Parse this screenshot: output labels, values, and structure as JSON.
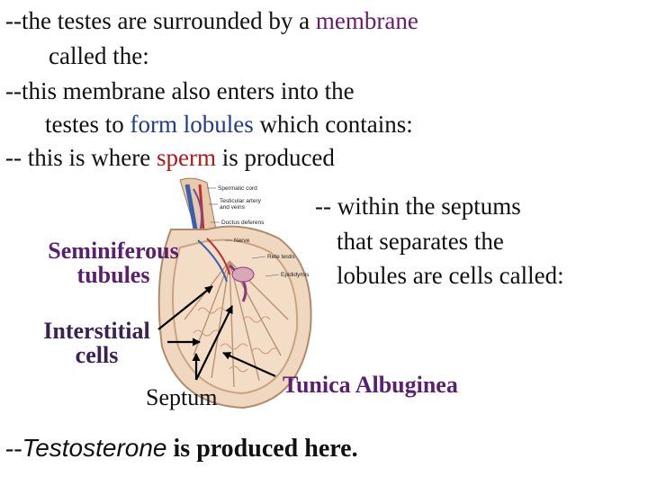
{
  "intro": {
    "line1_a": "--the testes are surrounded by a ",
    "line1_b": "membrane",
    "line2": "called the:",
    "line3": "--this membrane also enters into the",
    "line4_a": "testes to ",
    "line4_b": "form lobules",
    "line4_c": " which contains:",
    "line5_a": "-- this is where ",
    "line5_b": "sperm",
    "line5_c": " is produced"
  },
  "septum_note": {
    "line1": "-- within the septums",
    "line2": "that separates the",
    "line3": "lobules are cells called:"
  },
  "labels": {
    "seminiferous_1": "Seminiferous",
    "seminiferous_2": "tubules",
    "interstitial_1": "Interstitial",
    "interstitial_2": "cells",
    "septum": "Septum",
    "tunica": "Tunica Albuginea"
  },
  "figure_labels": {
    "spermatic_cord": "Spermatic cord",
    "testicular_artery": "Testicular artery",
    "and_veins": "and veins",
    "ductus_deferens": "Ductus deferens",
    "nerve": "Nerve",
    "rete_testis": "Rete testis",
    "epididymis": "Epididymis"
  },
  "footer": {
    "prefix": "--",
    "term": "Testosterone",
    "rest": " is produced here."
  },
  "colors": {
    "membrane": "#6b1a6b",
    "blue_text": "#1f3a93",
    "red_text": "#b01818",
    "label_purple": "#5a1f6e",
    "testis_tan": "#e8c9a6"
  }
}
